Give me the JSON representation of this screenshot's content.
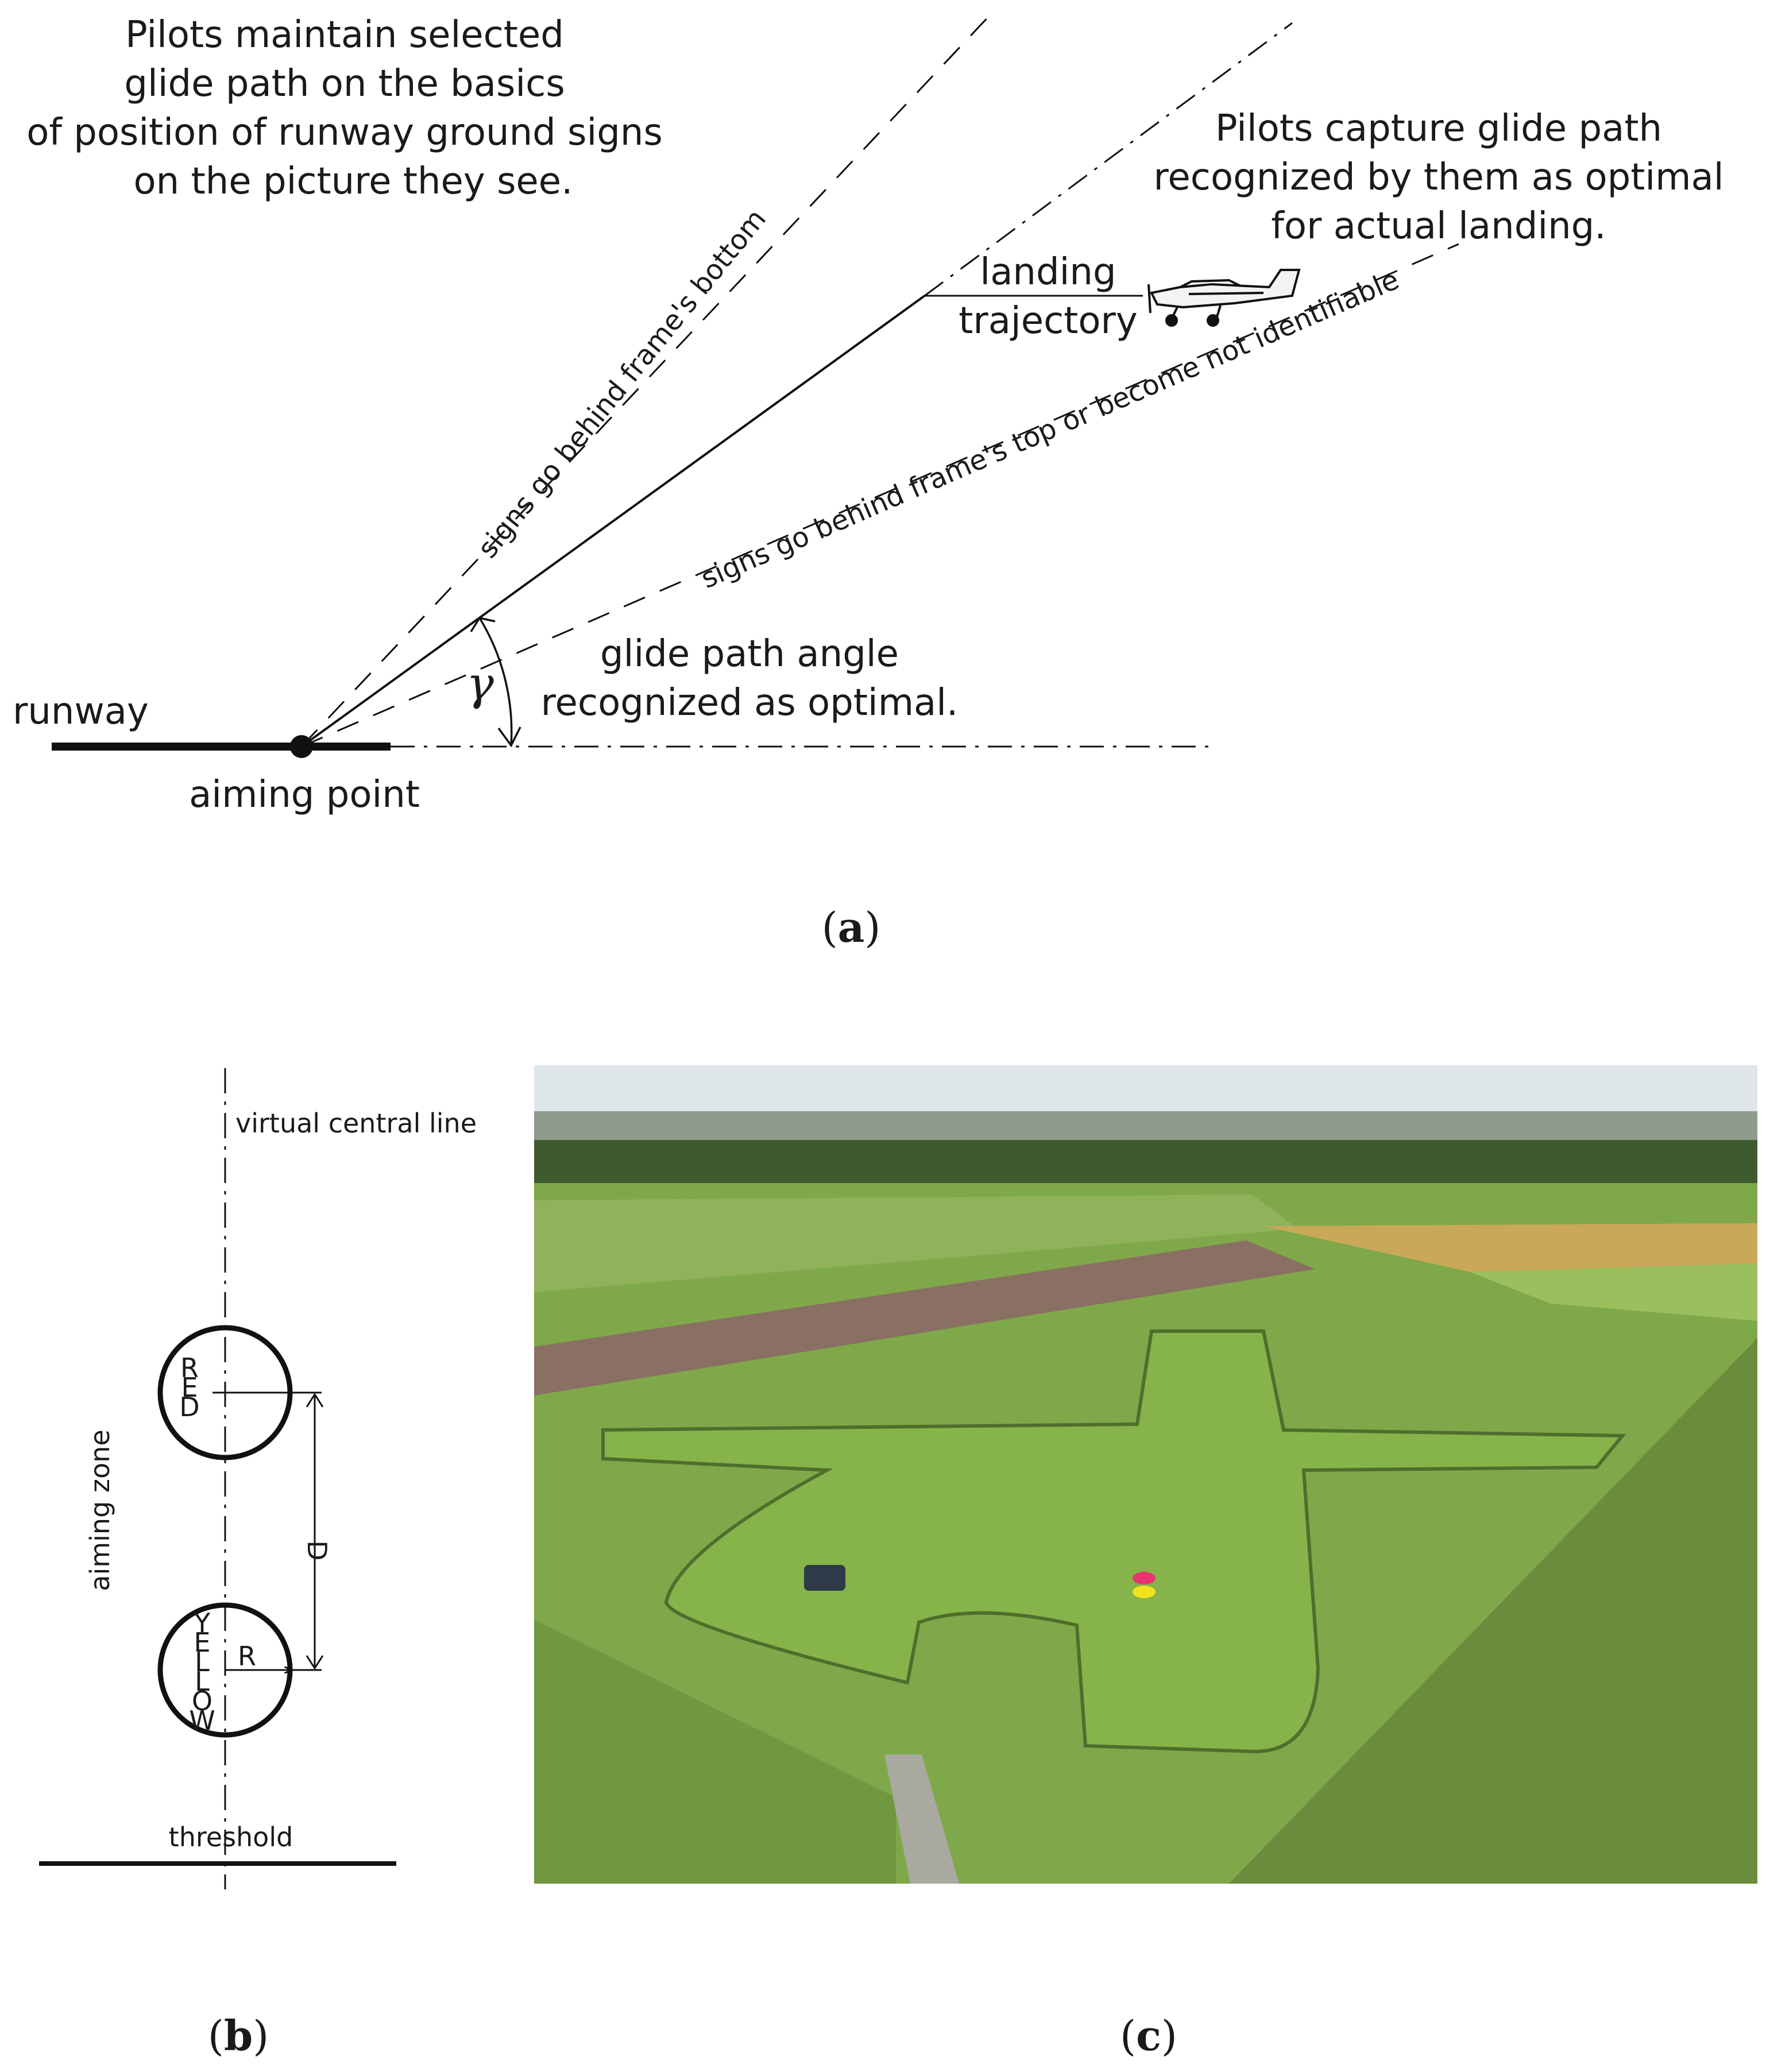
{
  "panel_a": {
    "caption_prefix": "(",
    "caption_letter": "a",
    "caption_suffix": ")",
    "note_left": [
      "Pilots maintain selected",
      "glide path on the basics",
      "of position of runway ground signs",
      "on the picture they see."
    ],
    "note_right": [
      "Pilots capture glide path",
      "recognized by them as optimal",
      "for actual landing."
    ],
    "trajectory_label": [
      "landing",
      "trajectory"
    ],
    "upper_dashed_label": "signs go behind frame's bottom",
    "lower_dashed_label": "signs go behind frame's top or become not identifiable",
    "angle_symbol": "γ",
    "angle_label": [
      "glide path angle",
      "recognized as optimal."
    ],
    "runway_label": "runway",
    "aiming_point_label": "aiming point"
  },
  "panel_b": {
    "caption_prefix": "(",
    "caption_letter": "b",
    "caption_suffix": ")",
    "central_line_label": "virtual central line",
    "aiming_zone_label": "aiming zone",
    "red_circle_letters": [
      "R",
      "E",
      "D"
    ],
    "yellow_circle_letters": [
      "Y",
      "E",
      "L",
      "L",
      "O",
      "W"
    ],
    "distance_label": "D",
    "radius_label": "R",
    "threshold_label": "threshold"
  },
  "panel_c": {
    "caption_prefix": "(",
    "caption_letter": "c",
    "caption_suffix": ")",
    "colors": {
      "sky": "#dfe6ea",
      "grass": "#7fa84a",
      "field_dark": "#6b8c3c",
      "ploughed": "#8a6f63",
      "wheat": "#c9a85a",
      "red_sign": "#e8356f",
      "yellow_sign": "#f2e21c"
    }
  }
}
